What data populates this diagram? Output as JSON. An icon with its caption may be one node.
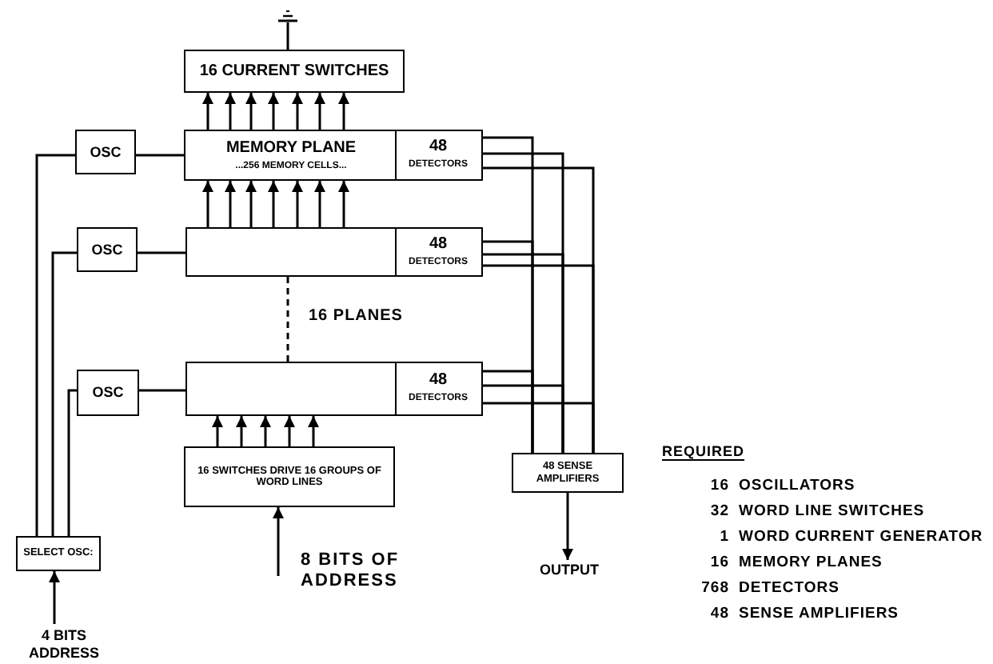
{
  "diagram": {
    "nodes": [
      {
        "text": [
          "16 CURRENT SWITCHES"
        ]
      },
      {
        "text": [
          "MEMORY PLANE",
          "...256 MEMORY CELLS..."
        ]
      },
      {
        "text": [
          "48",
          "DETECTORS"
        ],
        "in": 1
      },
      {
        "text": [],
        "shape": "box"
      },
      {
        "text": [
          "48",
          "DETECTORS"
        ],
        "in": 3
      },
      {
        "text": [],
        "shape": "box"
      },
      {
        "text": [
          "48",
          "DETECTORS"
        ],
        "in": 5
      },
      {
        "text": [
          "OSC"
        ]
      },
      {
        "text": [
          "OSC"
        ]
      },
      {
        "text": [
          "OSC"
        ]
      },
      {
        "text": [
          "16 SWITCHES DRIVE 16 GROUPS OF WORD LINES"
        ]
      },
      {
        "text": [
          "SELECT OSC:"
        ]
      },
      {
        "text": [
          "48 SENSE AMPLIFIERS"
        ]
      },
      {
        "text": [
          "8 BITS OF ADDRESS"
        ]
      },
      {
        "text": [
          "4 BITS ADDRESS"
        ]
      },
      {
        "text": [
          "OUTPUT"
        ]
      },
      {
        "text": [],
        "shape": "ground"
      }
    ],
    "edges": [
      {
        "from": 1,
        "to": 0,
        "arrow": "to"
      },
      {
        "from": 1,
        "to": 0,
        "arrow": "to"
      },
      {
        "from": 1,
        "to": 0,
        "arrow": "to"
      },
      {
        "from": 1,
        "to": 0,
        "arrow": "to"
      },
      {
        "from": 1,
        "to": 0,
        "arrow": "to"
      },
      {
        "from": 1,
        "to": 0,
        "arrow": "to"
      },
      {
        "from": 1,
        "to": 0,
        "arrow": "to"
      },
      {
        "from": 3,
        "to": 1,
        "arrow": "to"
      },
      {
        "from": 3,
        "to": 1,
        "arrow": "to"
      },
      {
        "from": 3,
        "to": 1,
        "arrow": "to"
      },
      {
        "from": 3,
        "to": 1,
        "arrow": "to"
      },
      {
        "from": 3,
        "to": 1,
        "arrow": "to"
      },
      {
        "from": 3,
        "to": 1,
        "arrow": "to"
      },
      {
        "from": 3,
        "to": 1,
        "arrow": "to"
      },
      {
        "from": 3,
        "to": 5,
        "arrow": "none",
        "style": "dashed"
      },
      {
        "from": 10,
        "to": 5,
        "arrow": "to"
      },
      {
        "from": 10,
        "to": 5,
        "arrow": "to"
      },
      {
        "from": 10,
        "to": 5,
        "arrow": "to"
      },
      {
        "from": 10,
        "to": 5,
        "arrow": "to"
      },
      {
        "from": 10,
        "to": 5,
        "arrow": "to"
      },
      {
        "from": 7,
        "to": 1,
        "arrow": "none"
      },
      {
        "from": 8,
        "to": 3,
        "arrow": "none"
      },
      {
        "from": 9,
        "to": 5,
        "arrow": "none"
      },
      {
        "from": 11,
        "to": 7,
        "arrow": "none"
      },
      {
        "from": 11,
        "to": 8,
        "arrow": "none"
      },
      {
        "from": 11,
        "to": 9,
        "arrow": "none"
      },
      {
        "from": 14,
        "to": 11,
        "arrow": "to"
      },
      {
        "from": 13,
        "to": 10,
        "arrow": "to"
      },
      {
        "from": 12,
        "to": 15,
        "arrow": "to"
      },
      {
        "from": 0,
        "to": 16,
        "arrow": "none"
      },
      {
        "from": 2,
        "to": 12,
        "arrow": "none"
      },
      {
        "from": 2,
        "to": 12,
        "arrow": "none"
      },
      {
        "from": 2,
        "to": 12,
        "arrow": "none"
      },
      {
        "from": 4,
        "to": 12,
        "arrow": "none"
      },
      {
        "from": 4,
        "to": 12,
        "arrow": "none"
      },
      {
        "from": 4,
        "to": 12,
        "arrow": "none"
      },
      {
        "from": 6,
        "to": 12,
        "arrow": "none"
      },
      {
        "from": 6,
        "to": 12,
        "arrow": "none"
      },
      {
        "from": 6,
        "to": 12,
        "arrow": "none"
      }
    ],
    "labels": [
      "16 PLANES",
      "REQUIRED",
      "16",
      "OSCILLATORS",
      "32",
      "WORD LINE SWITCHES",
      "1",
      "WORD CURRENT GENERATOR",
      "16",
      "MEMORY PLANES",
      "768",
      "DETECTORS",
      "48",
      "SENSE AMPLIFIERS"
    ]
  }
}
